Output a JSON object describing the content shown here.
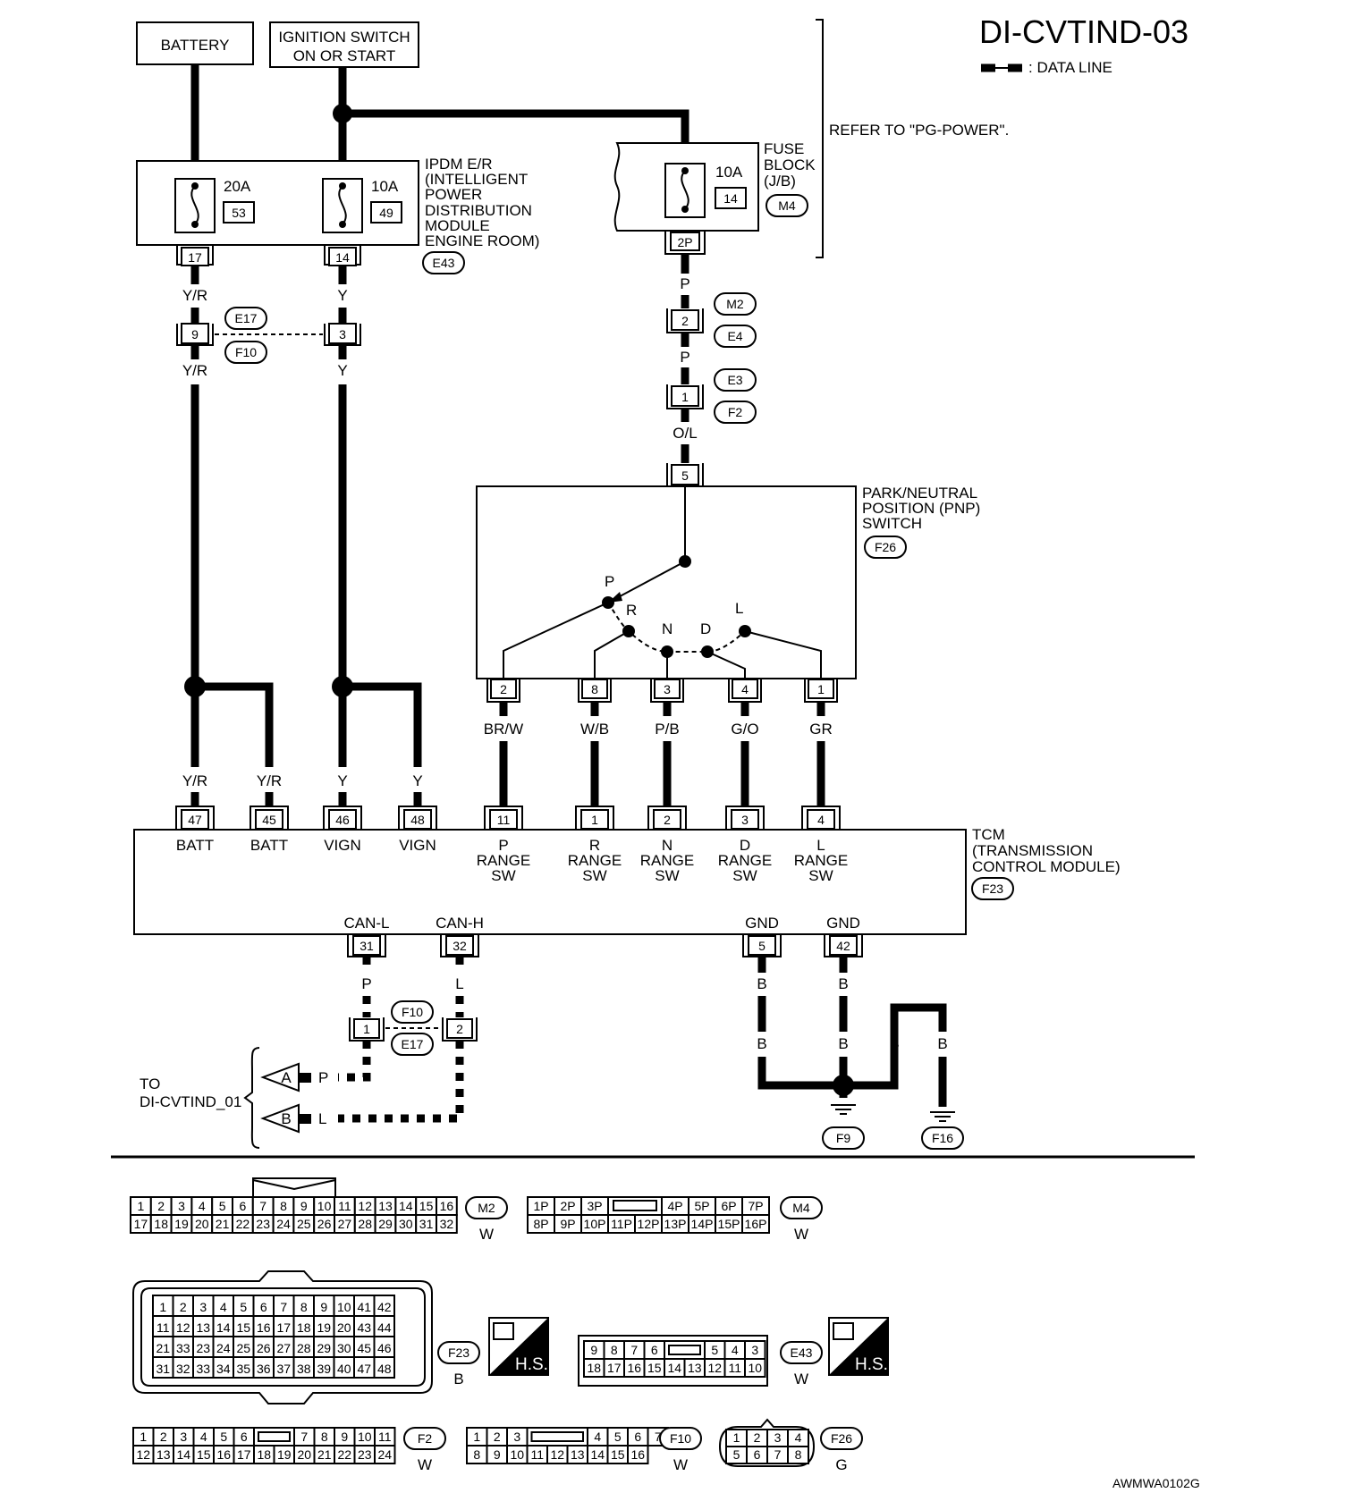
{
  "title": "DI-CVTIND-03",
  "legend_data_line": ": DATA LINE",
  "refer_note": "REFER TO \"PG-POWER\".",
  "figure_code": "AWMWA0102G",
  "battery": "BATTERY",
  "ignition": [
    "IGNITION SWITCH",
    "ON OR START"
  ],
  "ipdm": {
    "lines": [
      "IPDM E/R",
      "(INTELLIGENT",
      "POWER",
      "DISTRIBUTION",
      "MODULE",
      "ENGINE ROOM)"
    ],
    "code": "E43",
    "fuses": [
      {
        "amp": "20A",
        "num": "53",
        "pin": "17"
      },
      {
        "amp": "10A",
        "num": "49",
        "pin": "14"
      }
    ]
  },
  "fuse_block": {
    "lines": [
      "FUSE",
      "BLOCK",
      "(J/B)"
    ],
    "code": "M4",
    "amp": "10A",
    "num": "14",
    "pin": "2P"
  },
  "wire_colors": {
    "yr": "Y/R",
    "y": "Y",
    "p": "P",
    "ol": "O/L",
    "brw": "BR/W",
    "wb": "W/B",
    "pb": "P/B",
    "go": "G/O",
    "gr": "GR",
    "l": "L",
    "b": "B"
  },
  "connectors": {
    "e17": "E17",
    "f10": "F10",
    "m2": "M2",
    "e4": "E4",
    "e3": "E3",
    "f2": "F2",
    "f26": "F26",
    "f23": "F23",
    "f9": "F9",
    "f16": "F16",
    "pin9": "9",
    "pin3": "3",
    "pin2": "2",
    "pin1": "1",
    "pin5": "5"
  },
  "pnp": {
    "lines": [
      "PARK/NEUTRAL",
      "POSITION (PNP)",
      "SWITCH"
    ],
    "positions": [
      "P",
      "R",
      "N",
      "D",
      "L"
    ],
    "pins": [
      "2",
      "8",
      "3",
      "4",
      "1"
    ]
  },
  "tcm": {
    "lines": [
      "TCM",
      "(TRANSMISSION",
      "CONTROL MODULE)"
    ],
    "top_pins": [
      "47",
      "45",
      "46",
      "48",
      "11",
      "1",
      "2",
      "3",
      "4"
    ],
    "batt": "BATT",
    "vign": "VIGN",
    "range_letters": [
      "P",
      "R",
      "N",
      "D",
      "L"
    ],
    "range": "RANGE",
    "sw": "SW",
    "bottom": [
      {
        "label": "CAN-L",
        "pin": "31"
      },
      {
        "label": "CAN-H",
        "pin": "32"
      },
      {
        "label": "GND",
        "pin": "5"
      },
      {
        "label": "GND",
        "pin": "42"
      }
    ]
  },
  "to_label": [
    "TO",
    "DI-CVTIND_01"
  ],
  "links": [
    "A",
    "B"
  ],
  "m2_pins": {
    "row1": [
      "1",
      "2",
      "3",
      "4",
      "5",
      "6",
      "7",
      "8",
      "9",
      "10",
      "11",
      "12",
      "13",
      "14",
      "15",
      "16"
    ],
    "row2": [
      "17",
      "18",
      "19",
      "20",
      "21",
      "22",
      "23",
      "24",
      "25",
      "26",
      "27",
      "28",
      "29",
      "30",
      "31",
      "32"
    ]
  },
  "m4_pins": {
    "row1": [
      "1P",
      "2P",
      "3P",
      "",
      "4P",
      "5P",
      "6P",
      "7P"
    ],
    "row2": [
      "8P",
      "9P",
      "10P",
      "11P",
      "12P",
      "13P",
      "14P",
      "15P",
      "16P"
    ]
  },
  "f23_pins": [
    [
      "1",
      "2",
      "3",
      "4",
      "5",
      "6",
      "7",
      "8",
      "9",
      "10",
      "41",
      "42"
    ],
    [
      "11",
      "12",
      "13",
      "14",
      "15",
      "16",
      "17",
      "18",
      "19",
      "20",
      "43",
      "44"
    ],
    [
      "21",
      "33",
      "23",
      "24",
      "25",
      "26",
      "27",
      "28",
      "29",
      "30",
      "45",
      "46"
    ],
    [
      "31",
      "32",
      "33",
      "34",
      "35",
      "36",
      "37",
      "38",
      "39",
      "40",
      "47",
      "48"
    ]
  ],
  "e43_pins": {
    "row1": [
      "9",
      "8",
      "7",
      "6",
      "",
      "5",
      "4",
      "3"
    ],
    "row2": [
      "18",
      "17",
      "16",
      "15",
      "14",
      "13",
      "12",
      "11",
      "10"
    ]
  },
  "f2_pins": {
    "row1": [
      "1",
      "2",
      "3",
      "4",
      "5",
      "6",
      "",
      "7",
      "8",
      "9",
      "10",
      "11"
    ],
    "row2": [
      "12",
      "13",
      "14",
      "15",
      "16",
      "17",
      "18",
      "19",
      "20",
      "21",
      "22",
      "23",
      "24"
    ]
  },
  "f10_pins": {
    "row1": [
      "1",
      "2",
      "3",
      "",
      "4",
      "5",
      "6",
      "7"
    ],
    "row2": [
      "8",
      "9",
      "10",
      "11",
      "12",
      "13",
      "14",
      "15",
      "16"
    ]
  },
  "f26_pins": {
    "row1": [
      "1",
      "2",
      "3",
      "4"
    ],
    "row2": [
      "5",
      "6",
      "7",
      "8"
    ]
  },
  "colors": {
    "w": "W",
    "b": "B",
    "g": "G"
  },
  "hs": "H.S."
}
